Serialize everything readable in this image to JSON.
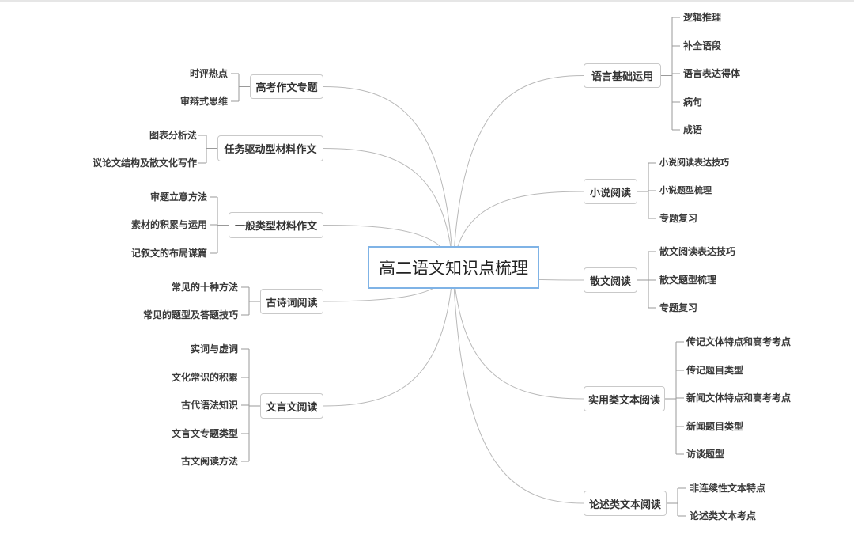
{
  "root": "高二语文知识点梳理",
  "left": [
    {
      "label": "高考作文专题",
      "items": [
        "时评热点",
        "审辩式思维"
      ]
    },
    {
      "label": "任务驱动型材料作文",
      "items": [
        "图表分析法",
        "议论文结构及散文化写作"
      ]
    },
    {
      "label": "一般类型材料作文",
      "items": [
        "审题立意方法",
        "素材的积累与运用",
        "记叙文的布局谋篇"
      ]
    },
    {
      "label": "古诗词阅读",
      "items": [
        "常见的十种方法",
        "常见的题型及答题技巧"
      ]
    },
    {
      "label": "文言文阅读",
      "items": [
        "实词与虚词",
        "文化常识的积累",
        "古代语法知识",
        "文言文专题类型",
        "古文阅读方法"
      ]
    }
  ],
  "right": [
    {
      "label": "语言基础运用",
      "items": [
        "逻辑推理",
        "补全语段",
        "语言表达得体",
        "病句",
        "成语"
      ]
    },
    {
      "label": "小说阅读",
      "items": [
        "小说阅读表达技巧",
        "小说题型梳理",
        "专题复习"
      ]
    },
    {
      "label": "散文阅读",
      "items": [
        "散文阅读表达技巧",
        "散文题型梳理",
        "专题复习"
      ]
    },
    {
      "label": "实用类文本阅读",
      "items": [
        "传记文体特点和高考考点",
        "传记题目类型",
        "新闻文体特点和高考考点",
        "新闻题目类型",
        "访谈题型"
      ]
    },
    {
      "label": "论述类文本阅读",
      "items": [
        "非连续性文本特点",
        "论述类文本考点"
      ]
    }
  ]
}
